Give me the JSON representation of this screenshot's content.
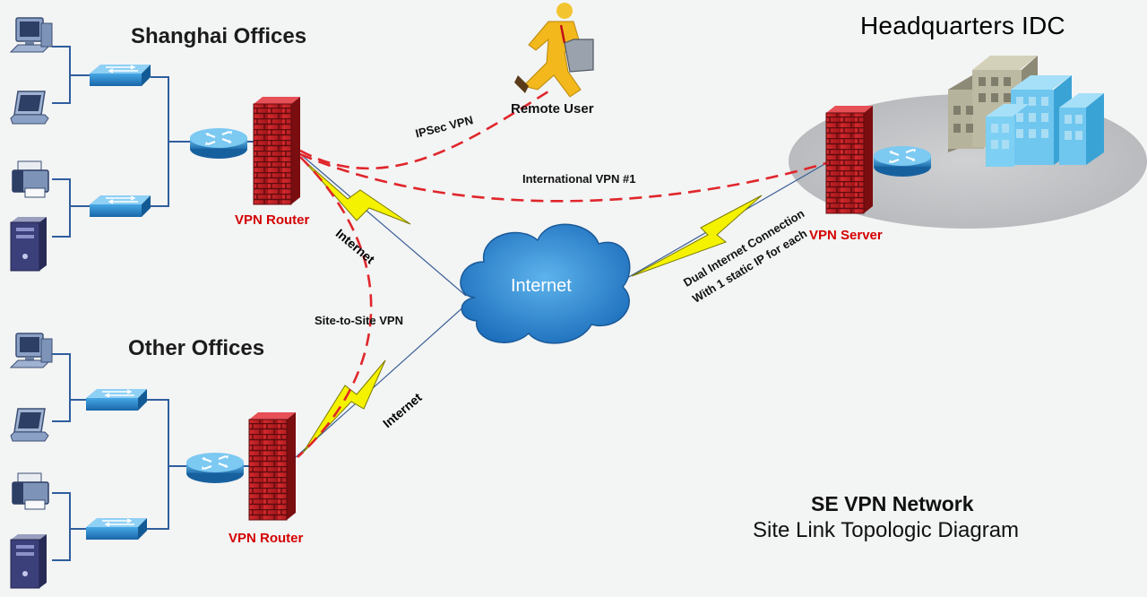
{
  "sites": {
    "shanghai": "Shanghai Offices",
    "other": "Other Offices",
    "hq": "Headquarters IDC"
  },
  "nodes": {
    "vpn_router_1": "VPN Router",
    "vpn_router_2": "VPN Router",
    "vpn_server": "VPN Server",
    "remote_user": "Remote User",
    "internet_cloud": "Internet"
  },
  "links": {
    "ipsec": "IPSec VPN",
    "international": "International VPN #1",
    "site_to_site": "Site-to-Site VPN",
    "internet_1": "Internet",
    "internet_2": "Internet",
    "dual_line1": "Dual Internet Connection",
    "dual_line2": "With 1 static IP for each"
  },
  "footer": {
    "title": "SE VPN Network",
    "subtitle": "Site Link Topologic Diagram"
  },
  "colors": {
    "vpn_link": "#e0262b",
    "firewall": "#c41e24",
    "router": "#3f9ad3",
    "switch": "#2a86c8",
    "cloud": "#3a8fd6",
    "bolt": "#f5f200",
    "hq_building": "#6fc6ee"
  },
  "icons": [
    "desktop-icon",
    "laptop-icon",
    "printer-icon",
    "server-icon",
    "switch-icon",
    "router-icon",
    "firewall-icon",
    "cloud-icon",
    "lightning-icon",
    "person-icon",
    "building-icon"
  ]
}
